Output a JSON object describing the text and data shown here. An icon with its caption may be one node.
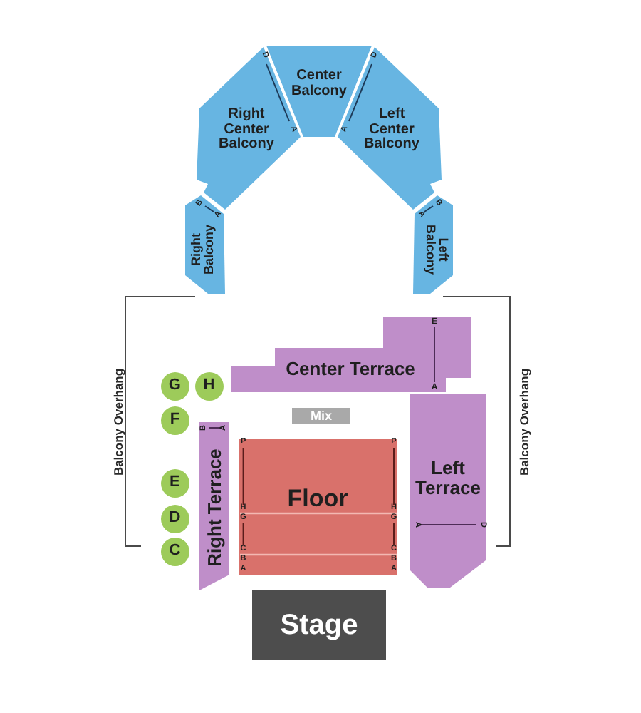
{
  "diagram": {
    "nodes": [
      {
        "text": [
          "Center Balcony"
        ]
      },
      {
        "text": [
          "Right Center Balcony",
          "D",
          "A"
        ]
      },
      {
        "text": [
          "Left Center Balcony",
          "D",
          "A"
        ]
      },
      {
        "text": [
          "Right Balcony",
          "B",
          "A"
        ]
      },
      {
        "text": [
          "Left Balcony",
          "A",
          "B"
        ]
      },
      {
        "text": [
          "Center Terrace",
          "E",
          "A"
        ]
      },
      {
        "text": [
          "G"
        ]
      },
      {
        "text": [
          "H"
        ]
      },
      {
        "text": [
          "Mix"
        ]
      },
      {
        "text": [
          "F"
        ]
      },
      {
        "text": [
          "Right Terrace",
          "B",
          "A"
        ]
      },
      {
        "text": [
          "Floor",
          "P",
          "P",
          "H",
          "H",
          "G",
          "G",
          "C",
          "C",
          "B",
          "B",
          "A",
          "A"
        ]
      },
      {
        "text": [
          "Left Terrace",
          "A",
          "D"
        ]
      },
      {
        "text": [
          "E"
        ]
      },
      {
        "text": [
          "D"
        ]
      },
      {
        "text": [
          "C"
        ]
      },
      {
        "text": [
          "Stage"
        ]
      }
    ],
    "labels": [
      "Balcony Overhang",
      "Balcony Overhang"
    ]
  }
}
